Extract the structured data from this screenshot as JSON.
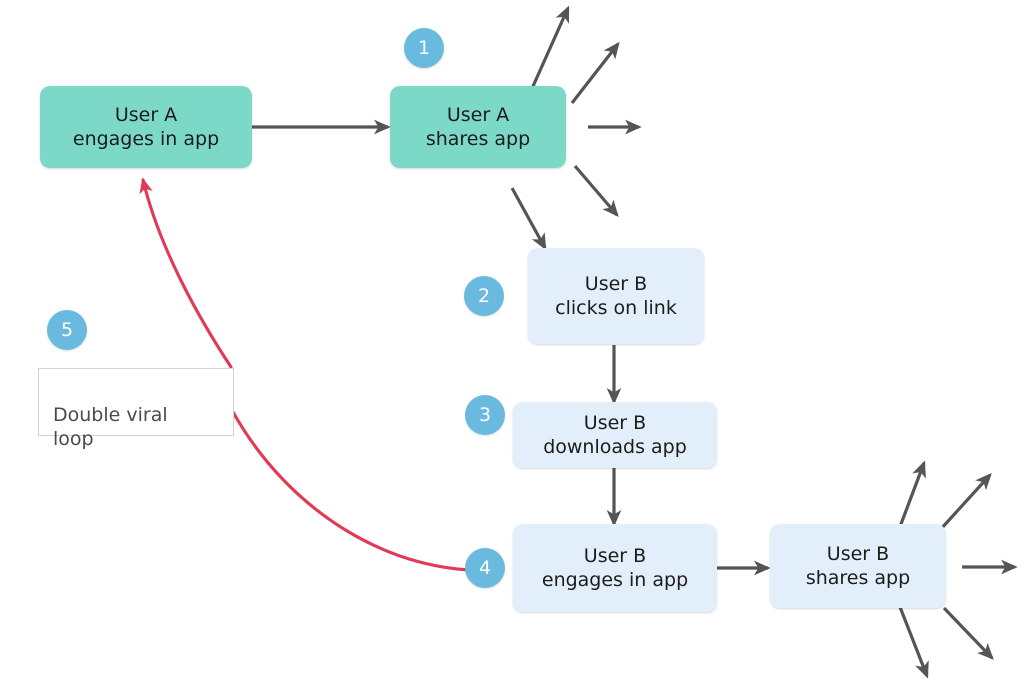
{
  "diagram": {
    "title": "Double viral loop",
    "colors": {
      "teal_node": "#7cd9c8",
      "blue_node": "#e2effa",
      "badge": "#6ab9de",
      "arrow_gray": "#555555",
      "arrow_red": "#e03a55",
      "label_border": "#d4d4d4",
      "background": "#ffffff"
    }
  },
  "nodes": [
    {
      "id": "user-a-engages",
      "label": "User A\nengages in app",
      "style": "teal"
    },
    {
      "id": "user-a-shares",
      "label": "User A\nshares app",
      "style": "teal"
    },
    {
      "id": "user-b-clicks",
      "label": "User B\nclicks on link",
      "style": "blue"
    },
    {
      "id": "user-b-downloads",
      "label": "User B\ndownloads app",
      "style": "blue"
    },
    {
      "id": "user-b-engages",
      "label": "User B\nengages in app",
      "style": "blue"
    },
    {
      "id": "user-b-shares",
      "label": "User B\nshares app",
      "style": "blue"
    }
  ],
  "badges": [
    {
      "id": "badge-1",
      "number": "1"
    },
    {
      "id": "badge-2",
      "number": "2"
    },
    {
      "id": "badge-3",
      "number": "3"
    },
    {
      "id": "badge-4",
      "number": "4"
    },
    {
      "id": "badge-5",
      "number": "5"
    }
  ],
  "annotation": {
    "id": "double-viral-loop-label",
    "text": "Double viral\nloop"
  },
  "edges": [
    {
      "from": "user-a-engages",
      "to": "user-a-shares",
      "color": "gray",
      "kind": "straight"
    },
    {
      "from": "user-a-shares",
      "to": "user-b-clicks",
      "color": "gray",
      "kind": "diagonal"
    },
    {
      "from": "user-b-clicks",
      "to": "user-b-downloads",
      "color": "gray",
      "kind": "straight"
    },
    {
      "from": "user-b-downloads",
      "to": "user-b-engages",
      "color": "gray",
      "kind": "straight"
    },
    {
      "from": "user-b-engages",
      "to": "user-b-shares",
      "color": "gray",
      "kind": "straight"
    },
    {
      "from": "user-b-engages",
      "to": "user-a-engages",
      "color": "red",
      "kind": "curve",
      "via": "double-viral-loop-label"
    }
  ],
  "radiating_arrows": {
    "user-a-shares": [
      "up",
      "up-right",
      "right",
      "down-right",
      "down"
    ],
    "user-b-shares": [
      "up",
      "up-right",
      "right",
      "down-right",
      "down"
    ]
  }
}
